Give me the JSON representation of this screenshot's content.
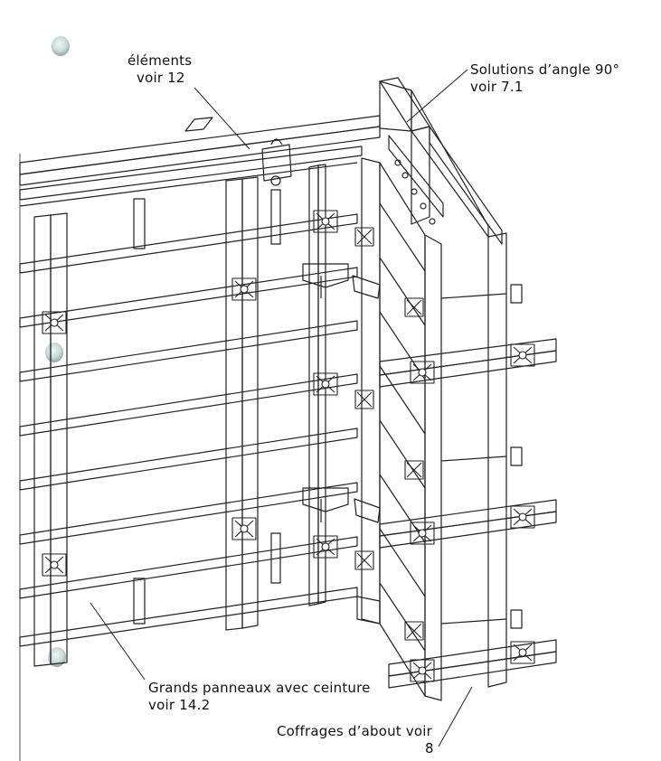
{
  "labels": {
    "elements": {
      "line1": "éléments",
      "line2": "voir 12"
    },
    "angle": {
      "line1": "Solutions d’angle 90°",
      "line2": "voir 7.1"
    },
    "panels": {
      "line1": "Grands panneaux avec ceinture",
      "line2": "voir 14.2"
    },
    "end": {
      "line1": "Coffrages d’about voir",
      "line2": "8"
    }
  },
  "colors": {
    "line": "#222222",
    "paper": "#ffffff"
  }
}
